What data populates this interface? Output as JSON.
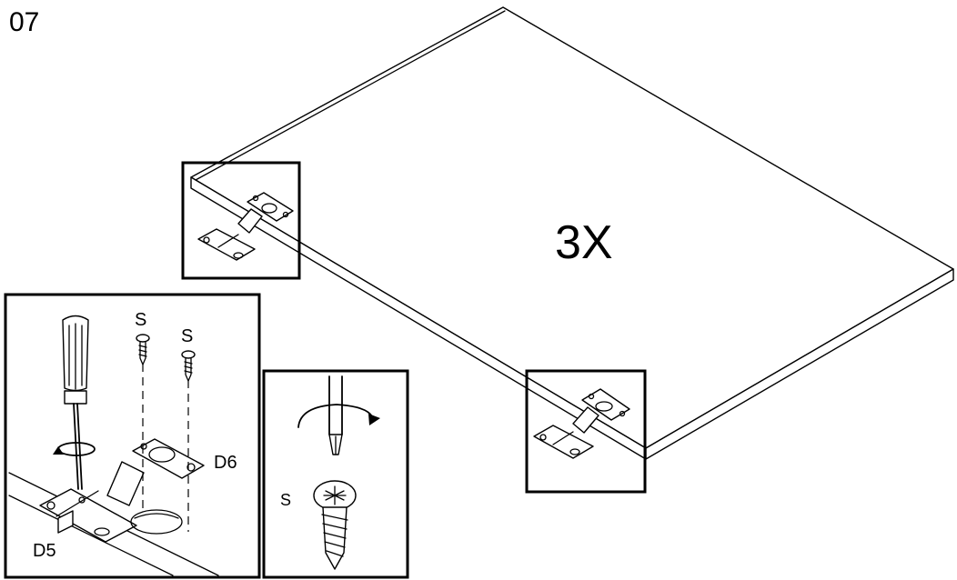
{
  "step_number": "07",
  "quantity_label": "3X",
  "detail_left": {
    "screw_label_a": "S",
    "screw_label_b": "S",
    "hinge_label": "D6",
    "plate_label": "D5"
  },
  "detail_right": {
    "screw_label": "S"
  }
}
